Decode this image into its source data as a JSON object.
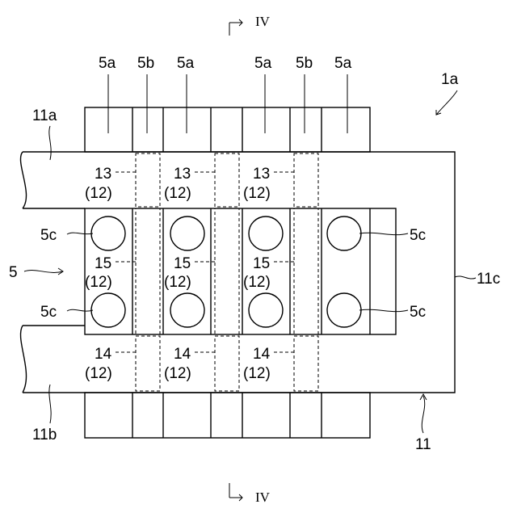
{
  "figure": {
    "section_mark_top": "IV",
    "section_mark_bottom": "IV",
    "assembly_label": "1a",
    "module_label": "5",
    "busbar_label": "11",
    "busbar_top_label": "11a",
    "busbar_bottom_label": "11b",
    "busbar_side_label": "11c",
    "cells_top": [
      "5a",
      "5b",
      "5a",
      "5a",
      "5b",
      "5a"
    ],
    "terminal_label": "5c",
    "zone_top": {
      "num": "13",
      "ref": "(12)"
    },
    "zone_mid": {
      "num": "15",
      "ref": "(12)"
    },
    "zone_bottom": {
      "num": "14",
      "ref": "(12)"
    }
  }
}
